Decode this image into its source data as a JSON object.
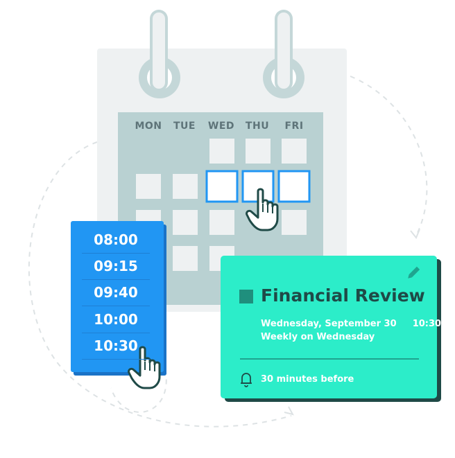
{
  "calendar": {
    "days": [
      "MON",
      "TUE",
      "WED",
      "THU",
      "FRI"
    ]
  },
  "time_picker": {
    "times": [
      "08:00",
      "09:15",
      "09:40",
      "10:00",
      "10:30"
    ],
    "selected": "10:30"
  },
  "event_card": {
    "title": "Financial Review",
    "date": "Wednesday, September 30",
    "time": "10:30",
    "recurrence": "Weekly on Wednesday",
    "reminder": "30 minutes before"
  },
  "colors": {
    "calendar_body": "#eef1f2",
    "calendar_grid": "#b9d1d2",
    "time_panel": "#2196f3",
    "card": "#2cedc9",
    "accent_dark": "#1f4a47"
  }
}
